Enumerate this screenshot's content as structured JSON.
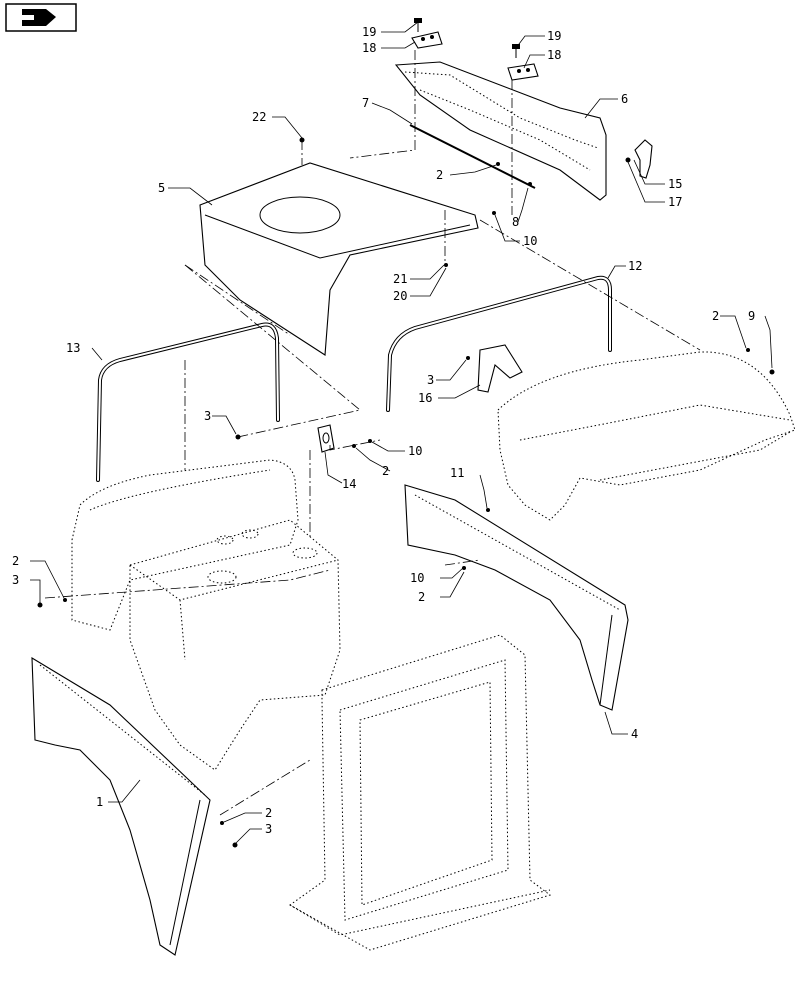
{
  "icon": {
    "name": "navigation-arrow-icon"
  },
  "callouts": [
    {
      "id": "c19a",
      "label": "19"
    },
    {
      "id": "c18a",
      "label": "18"
    },
    {
      "id": "c19b",
      "label": "19"
    },
    {
      "id": "c18b",
      "label": "18"
    },
    {
      "id": "c6",
      "label": "6"
    },
    {
      "id": "c7",
      "label": "7"
    },
    {
      "id": "c22",
      "label": "22"
    },
    {
      "id": "c2a",
      "label": "2"
    },
    {
      "id": "c15",
      "label": "15"
    },
    {
      "id": "c17",
      "label": "17"
    },
    {
      "id": "c5",
      "label": "5"
    },
    {
      "id": "c8",
      "label": "8"
    },
    {
      "id": "c10a",
      "label": "10"
    },
    {
      "id": "c21",
      "label": "21"
    },
    {
      "id": "c20",
      "label": "20"
    },
    {
      "id": "c12",
      "label": "12"
    },
    {
      "id": "c2b",
      "label": "2"
    },
    {
      "id": "c9",
      "label": "9"
    },
    {
      "id": "c13",
      "label": "13"
    },
    {
      "id": "c3a",
      "label": "3"
    },
    {
      "id": "c16",
      "label": "16"
    },
    {
      "id": "c3b",
      "label": "3"
    },
    {
      "id": "c10b",
      "label": "10"
    },
    {
      "id": "c2c",
      "label": "2"
    },
    {
      "id": "c14",
      "label": "14"
    },
    {
      "id": "c11",
      "label": "11"
    },
    {
      "id": "c2d",
      "label": "2"
    },
    {
      "id": "c3c",
      "label": "3"
    },
    {
      "id": "c10c",
      "label": "10"
    },
    {
      "id": "c2e",
      "label": "2"
    },
    {
      "id": "c4",
      "label": "4"
    },
    {
      "id": "c1",
      "label": "1"
    },
    {
      "id": "c2f",
      "label": "2"
    },
    {
      "id": "c3d",
      "label": "3"
    }
  ]
}
